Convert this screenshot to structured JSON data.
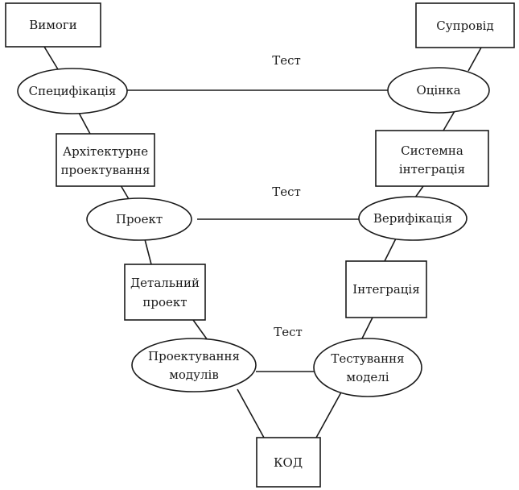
{
  "diagram": {
    "nodes": {
      "requirements": "Вимоги",
      "specification": "Специфікація",
      "architecture_l1": "Архітектурне",
      "architecture_l2": "проектування",
      "project": "Проект",
      "detailed_l1": "Детальний",
      "detailed_l2": "проект",
      "module_design_l1": "Проектування",
      "module_design_l2": "модулів",
      "code": "КОД",
      "module_testing_l1": "Тестування",
      "module_testing_l2": "моделі",
      "integration": "Інтеграція",
      "verification": "Верифікація",
      "system_integration_l1": "Системна",
      "system_integration_l2": "інтеграція",
      "evaluation": "Оцінка",
      "maintenance": "Супровід"
    },
    "test_labels": {
      "top": "Тест",
      "middle": "Тест",
      "bottom": "Тест"
    }
  }
}
